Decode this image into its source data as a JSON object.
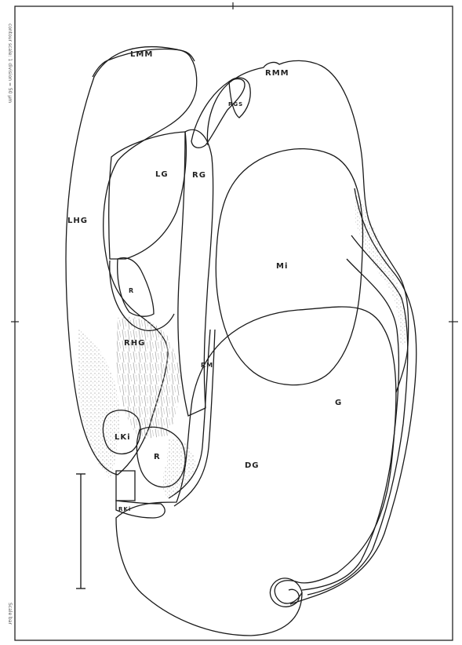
{
  "figure": {
    "labels": {
      "lmm": "LMM",
      "rmm": "RMM",
      "rgs": "RGS",
      "lg": "LG",
      "rg": "RG",
      "lhg": "LHG",
      "mi": "Mi",
      "r_upper": "R",
      "rhg": "RHG",
      "rm": "RM",
      "g": "G",
      "lki": "LKi",
      "r_lower": "R",
      "dg": "DG",
      "rki": "RKi"
    },
    "margin_left": "contour scale: 1 division = 50 µm",
    "margin_bottom": "Scale bar"
  }
}
